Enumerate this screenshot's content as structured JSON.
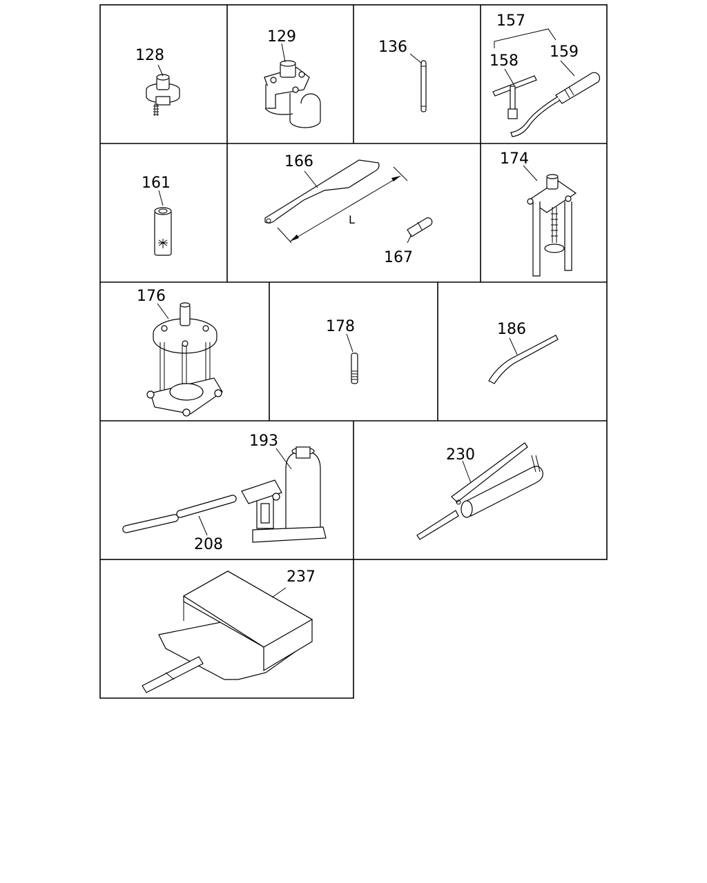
{
  "parts": [
    {
      "id": "p128",
      "number": "128"
    },
    {
      "id": "p129",
      "number": "129"
    },
    {
      "id": "p136",
      "number": "136"
    },
    {
      "id": "p157",
      "number": "157"
    },
    {
      "id": "p158",
      "number": "158"
    },
    {
      "id": "p159",
      "number": "159"
    },
    {
      "id": "p161",
      "number": "161"
    },
    {
      "id": "p166",
      "number": "166"
    },
    {
      "id": "p167",
      "number": "167"
    },
    {
      "id": "p174",
      "number": "174"
    },
    {
      "id": "p176",
      "number": "176"
    },
    {
      "id": "p178",
      "number": "178"
    },
    {
      "id": "p186",
      "number": "186"
    },
    {
      "id": "p193",
      "number": "193"
    },
    {
      "id": "p208",
      "number": "208"
    },
    {
      "id": "p230",
      "number": "230"
    },
    {
      "id": "p237",
      "number": "237"
    }
  ],
  "dimension_label": "L"
}
